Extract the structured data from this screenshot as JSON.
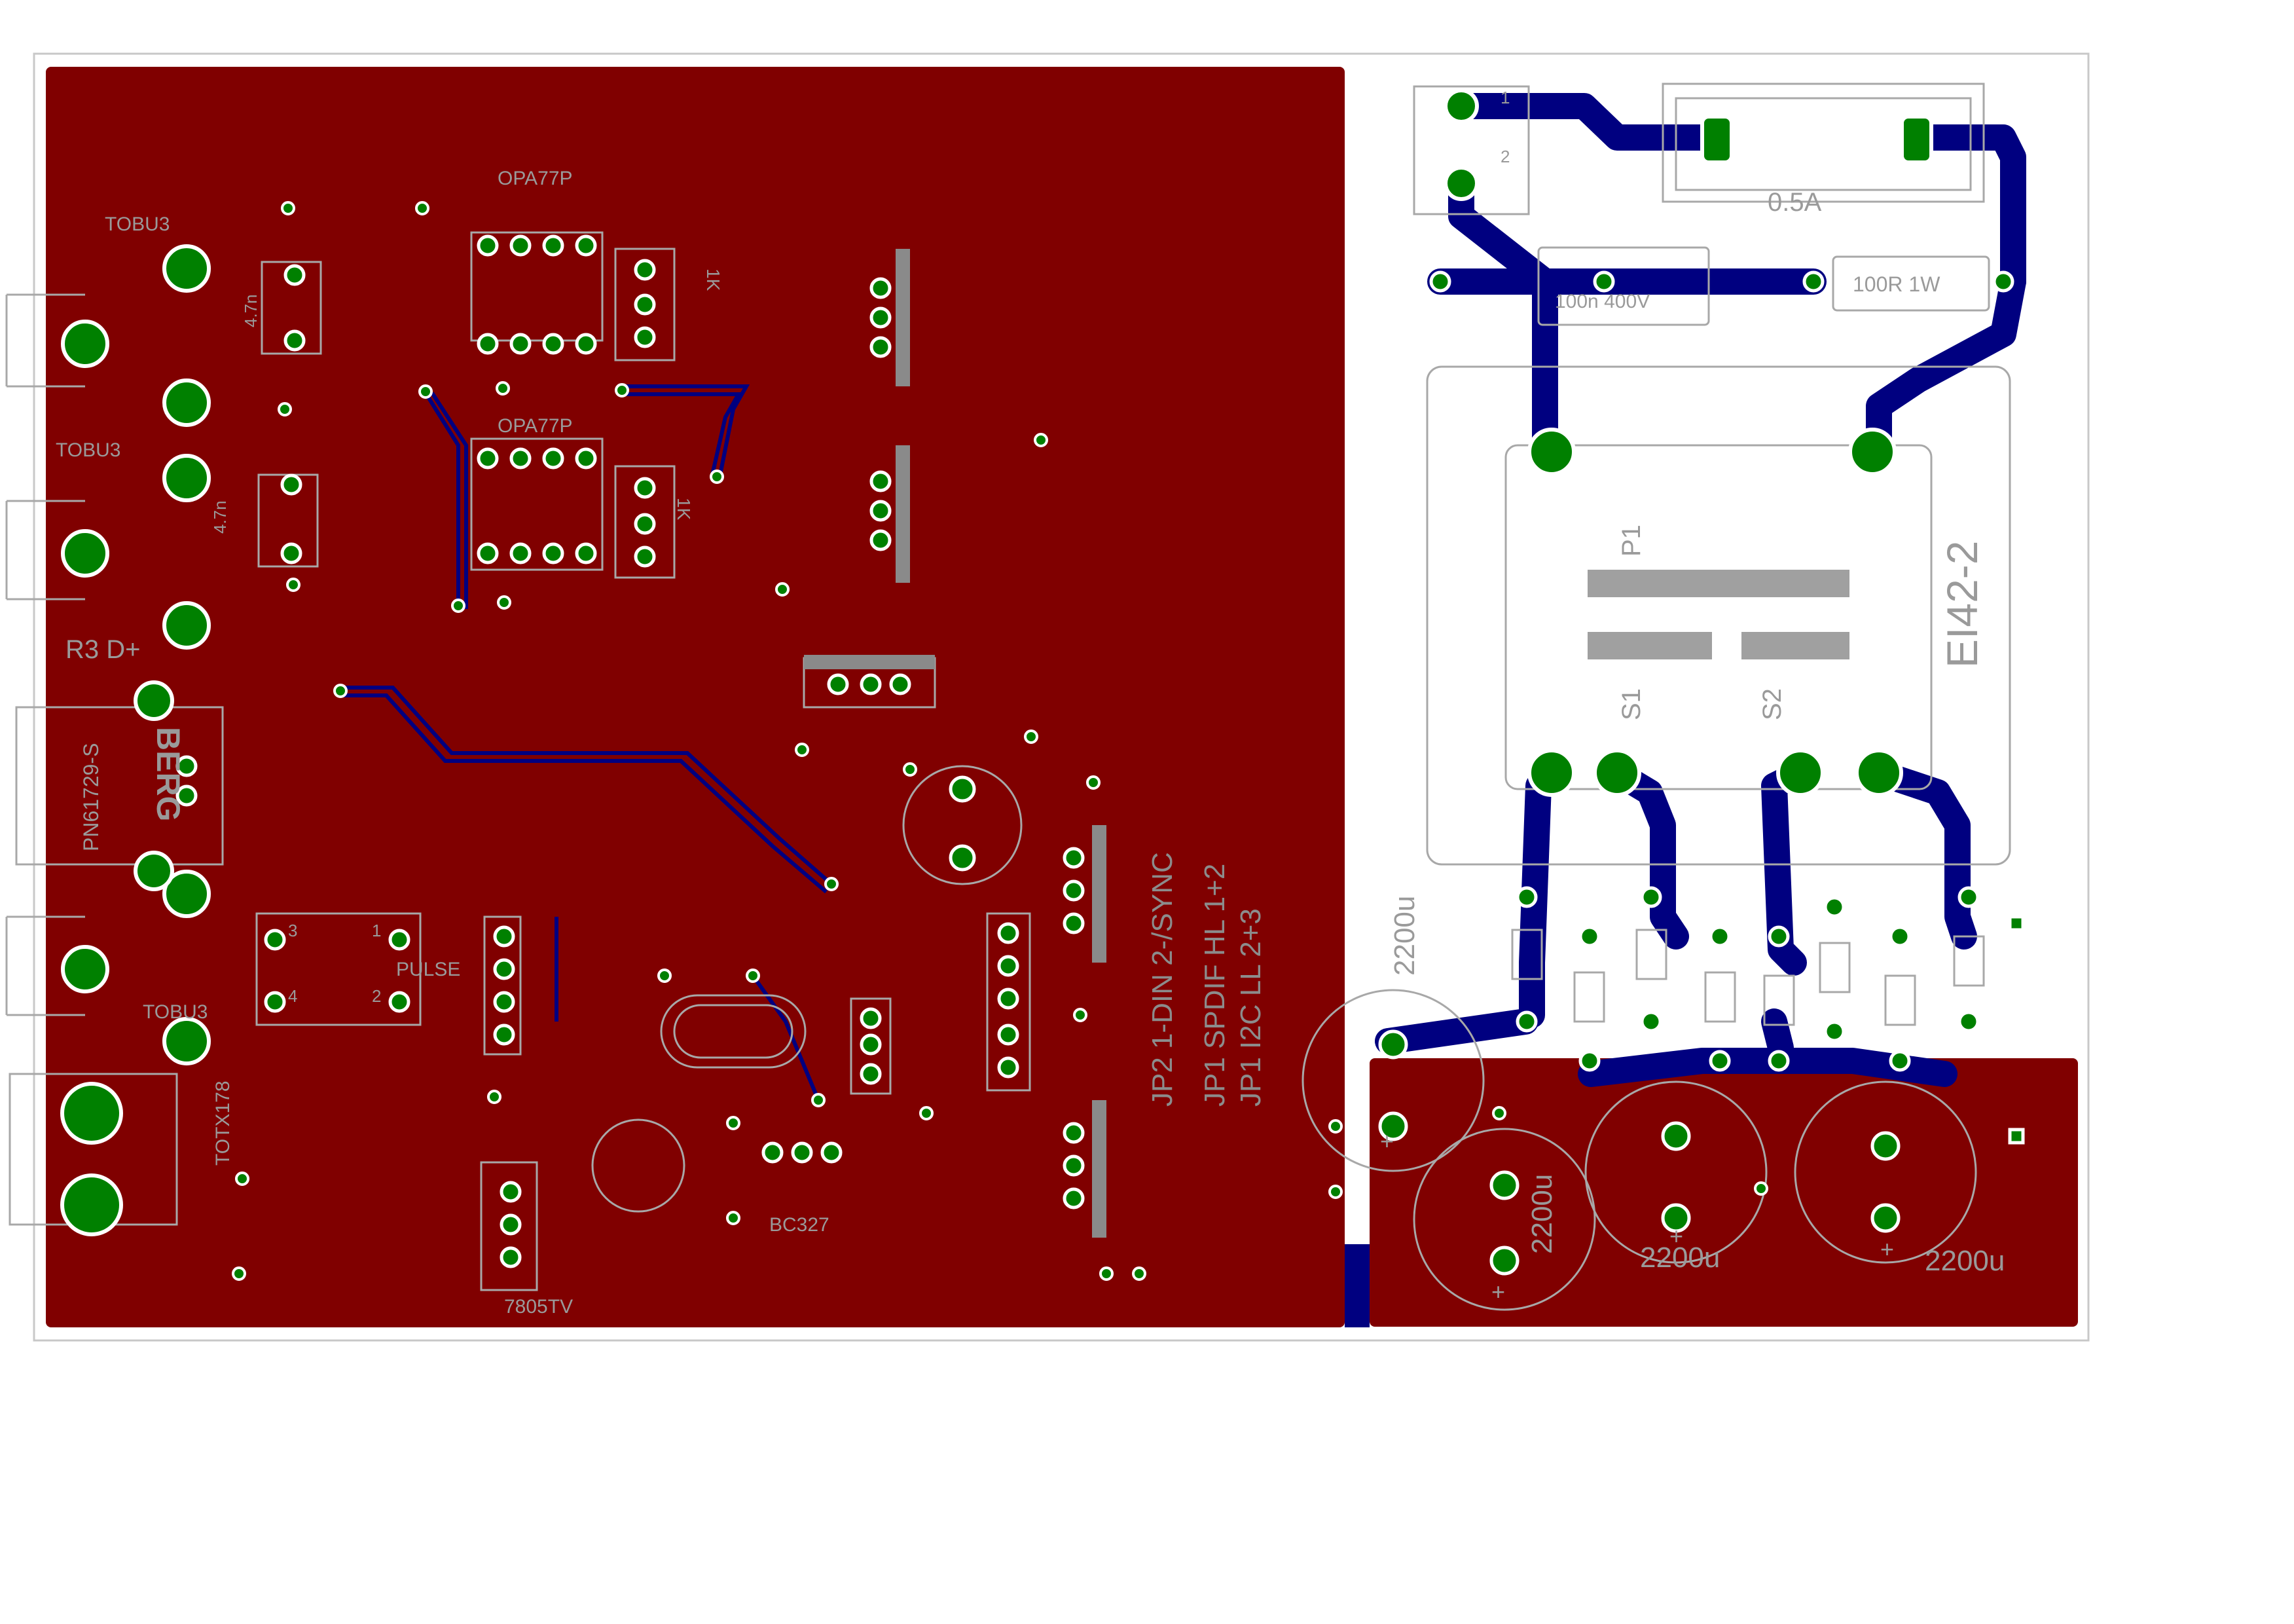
{
  "colors": {
    "copper_pour": "#800000",
    "trace": "#000080",
    "pad": "#008000",
    "silk": "#a0a0a0",
    "outline": "#c0c0c0",
    "background": "#ffffff"
  },
  "labels": {
    "opa77p_top": "OPA77P",
    "opa77p_bottom": "OPA77P",
    "r1k_top": "1K",
    "r1k_bottom": "1K",
    "tobu3_1": "TOBU3",
    "tobu3_2": "TOBU3",
    "tobu3_3": "TOBU3",
    "cap_47n_1": "4.7n",
    "cap_47n_2": "4.7n",
    "r3_dplus": "R3 D+",
    "pn61729": "PN61729-S",
    "berg": "BERG",
    "pulse": "PULSE",
    "totx178": "TOTX178",
    "bc327": "BC327",
    "reg_7805": "7805TV",
    "jp2_line": "JP2  1-DIN  2-/SYNC",
    "jp1_line1": "JP1  SPDIF HL 1+2",
    "jp1_line2": "JP1  I2C LL 2+3",
    "fuse": "0.5A",
    "cap_100n": "100n 400V",
    "res_100r": "100R  1W",
    "transformer": "EI42-2",
    "p1": "P1",
    "s1": "S1",
    "s2": "S2",
    "cap_2200u_1": "2200u",
    "cap_2200u_2": "2200u",
    "cap_2200u_3": "2200u",
    "cap_2200u_4": "2200u",
    "pin_1": "1",
    "pin_2": "2",
    "pin_3": "3",
    "pin_4": "4",
    "plus": "+"
  }
}
